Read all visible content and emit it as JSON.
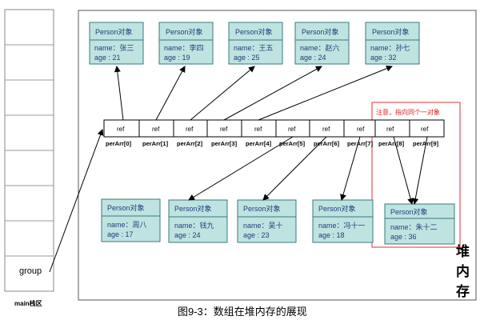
{
  "caption": "图9-3：数组在堆内存的展现",
  "stack_label": "main栈区",
  "group_label": "group",
  "heap_label": [
    "堆",
    "内",
    "存"
  ],
  "note": "注意，指向同个一对象",
  "array": {
    "cell_label": "ref",
    "indices": [
      "perArr[0]",
      "perArr[1]",
      "perArr[2]",
      "perArr[3]",
      "perArr[4]",
      "perArr[5]",
      "perArr[6]",
      "perArr[7]",
      "perArr[8]",
      "perArr[9]"
    ]
  },
  "objects": [
    {
      "title": "Person对象",
      "name": "name：张三",
      "age": "age   : 21"
    },
    {
      "title": "Person对象",
      "name": "name：李四",
      "age": "age   : 19"
    },
    {
      "title": "Person对象",
      "name": "name：王五",
      "age": "age   : 25"
    },
    {
      "title": "Person对象",
      "name": "name：赵六",
      "age": "age   : 24"
    },
    {
      "title": "Person对象",
      "name": "name：孙七",
      "age": "age   : 32"
    },
    {
      "title": "Person对象",
      "name": "name：周八",
      "age": "age   : 17"
    },
    {
      "title": "Person对象",
      "name": "name：钱九",
      "age": "age   : 24"
    },
    {
      "title": "Person对象",
      "name": "name：吴十",
      "age": "age   : 23"
    },
    {
      "title": "Person对象",
      "name": "name：冯十一",
      "age": "age   : 18"
    },
    {
      "title": "Person对象",
      "name": "name：朱十二",
      "age": "age   : 36"
    }
  ],
  "colors": {
    "object_fill": "#bfe3e1",
    "object_stroke": "#3a7a7a",
    "note_border": "#e03030",
    "arrow": "#000000"
  }
}
